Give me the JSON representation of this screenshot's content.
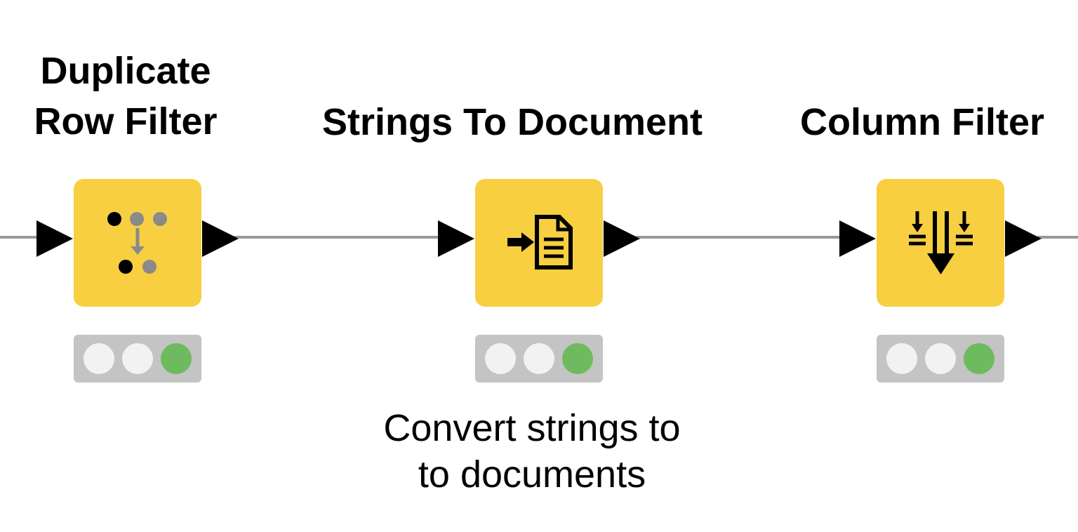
{
  "nodes": [
    {
      "id": "duplicate-row-filter",
      "title_lines": [
        "Duplicate",
        "Row Filter"
      ],
      "icon": "duplicate-row-filter-icon",
      "status": [
        "idle",
        "idle",
        "executed"
      ]
    },
    {
      "id": "strings-to-document",
      "title_lines": [
        "Strings To Document"
      ],
      "icon": "strings-to-document-icon",
      "status": [
        "idle",
        "idle",
        "executed"
      ],
      "annotation_lines": [
        "Convert strings to",
        "to documents"
      ]
    },
    {
      "id": "column-filter",
      "title_lines": [
        "Column Filter"
      ],
      "icon": "column-filter-icon",
      "status": [
        "idle",
        "idle",
        "executed"
      ]
    }
  ],
  "colors": {
    "node_fill": "#f7cf40",
    "status_bar": "#c4c4c4",
    "light_idle": "#f2f2f2",
    "light_executed": "#6dbb5e",
    "connection": "#999999",
    "port": "#000000"
  }
}
